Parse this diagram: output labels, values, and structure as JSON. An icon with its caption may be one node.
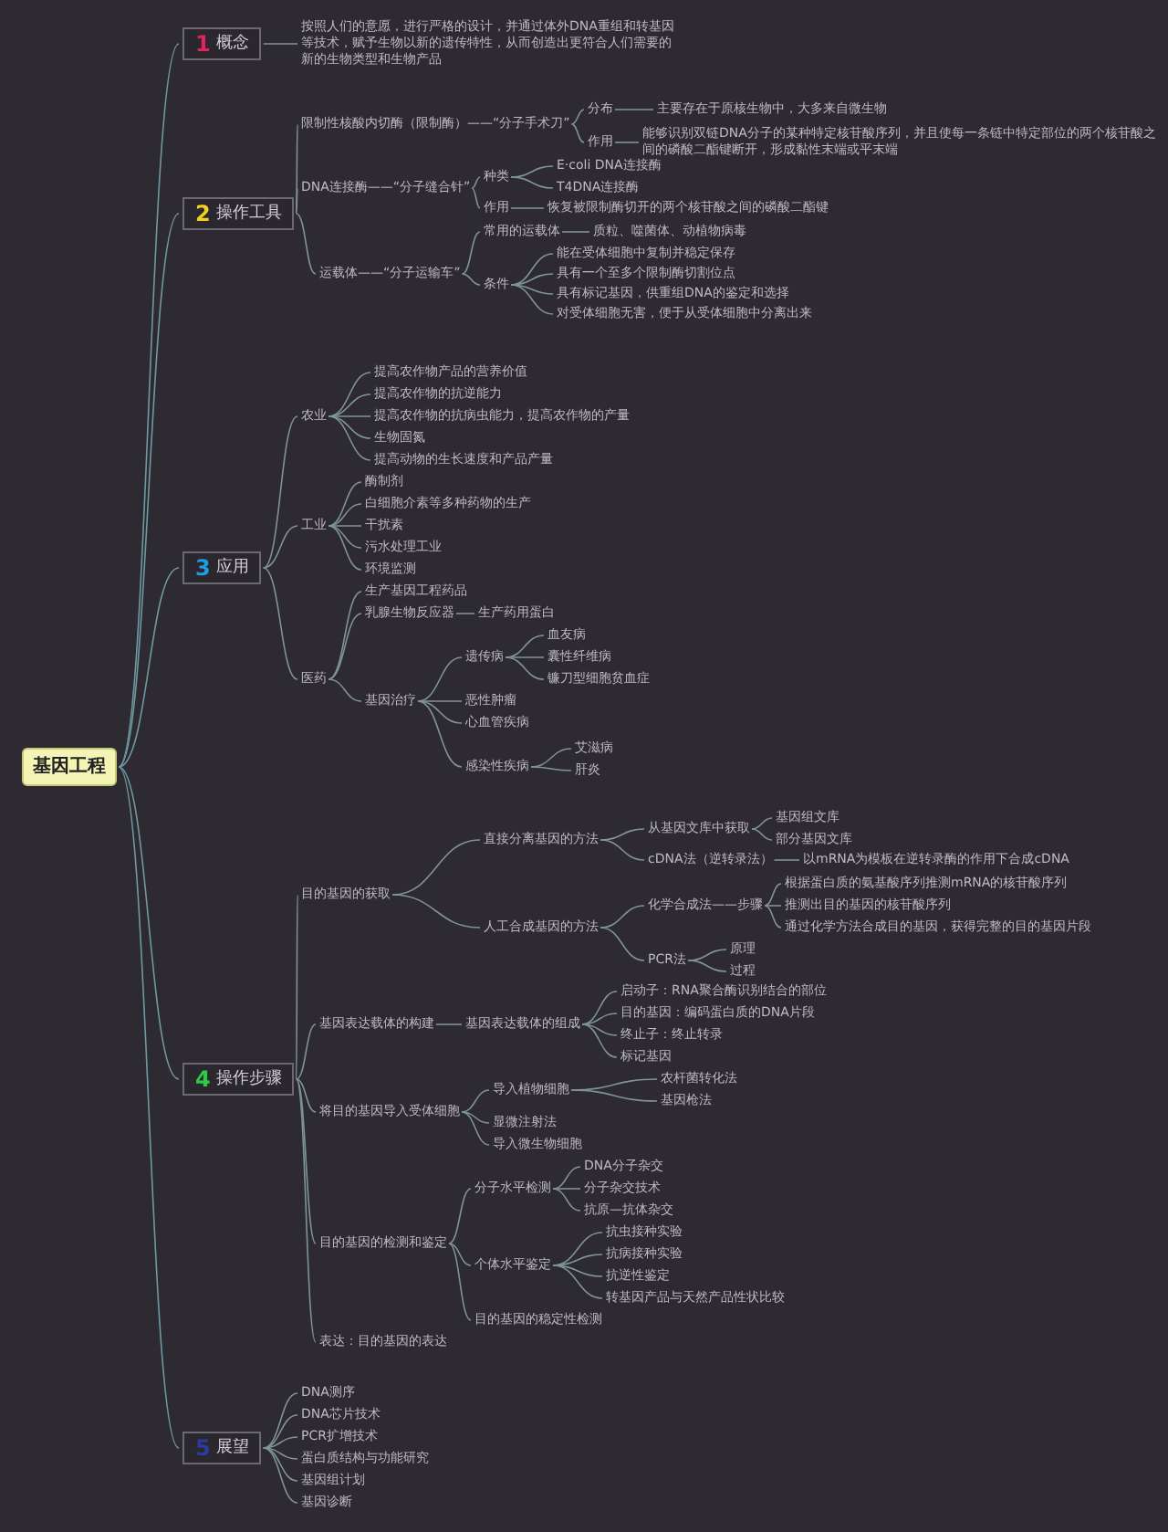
{
  "diagram": {
    "nodes": [
      {
        "text": [
          "基因工程"
        ]
      },
      {
        "text": [
          "1",
          "概念"
        ]
      },
      {
        "text": [
          "按照人们的意愿，进行严格的设计，并通过体外DNA重组和转基因等技术，赋予生物以新的遗传特性，从而创造出更符合人们需要的新的生物类型和生物产品"
        ]
      },
      {
        "text": [
          "2",
          "操作工具"
        ]
      },
      {
        "text": [
          "限制性核酸内切酶（限制酶）——“分子手术刀”"
        ]
      },
      {
        "text": [
          "分布"
        ]
      },
      {
        "text": [
          "主要存在于原核生物中，大多来自微生物"
        ]
      },
      {
        "text": [
          "作用"
        ]
      },
      {
        "text": [
          "能够识别双链DNA分子的某种特定核苷酸序列，并且使每一条链中特定部位的两个核苷酸之间的磷酸二酯键断开，形成黏性末端或平末端"
        ]
      },
      {
        "text": [
          "DNA连接酶——“分子缝合针”"
        ]
      },
      {
        "text": [
          "种类"
        ]
      },
      {
        "text": [
          "E·coli DNA连接酶"
        ]
      },
      {
        "text": [
          "T4DNA连接酶"
        ]
      },
      {
        "text": [
          "作用"
        ]
      },
      {
        "text": [
          "恢复被限制酶切开的两个核苷酸之间的磷酸二酯键"
        ]
      },
      {
        "text": [
          "运载体——“分子运输车”"
        ]
      },
      {
        "text": [
          "常用的运载体"
        ]
      },
      {
        "text": [
          "质粒、噬菌体、动植物病毒"
        ]
      },
      {
        "text": [
          "条件"
        ]
      },
      {
        "text": [
          "能在受体细胞中复制并稳定保存"
        ]
      },
      {
        "text": [
          "具有一个至多个限制酶切割位点"
        ]
      },
      {
        "text": [
          "具有标记基因，供重组DNA的鉴定和选择"
        ]
      },
      {
        "text": [
          "对受体细胞无害，便于从受体细胞中分离出来"
        ]
      },
      {
        "text": [
          "3",
          "应用"
        ]
      },
      {
        "text": [
          "农业"
        ]
      },
      {
        "text": [
          "提高农作物产品的营养价值"
        ]
      },
      {
        "text": [
          "提高农作物的抗逆能力"
        ]
      },
      {
        "text": [
          "提高农作物的抗病虫能力，提高农作物的产量"
        ]
      },
      {
        "text": [
          "生物固氮"
        ]
      },
      {
        "text": [
          "提高动物的生长速度和产品产量"
        ]
      },
      {
        "text": [
          "工业"
        ]
      },
      {
        "text": [
          "酶制剂"
        ]
      },
      {
        "text": [
          "白细胞介素等多种药物的生产"
        ]
      },
      {
        "text": [
          "干扰素"
        ]
      },
      {
        "text": [
          "污水处理工业"
        ]
      },
      {
        "text": [
          "环境监测"
        ]
      },
      {
        "text": [
          "医药"
        ]
      },
      {
        "text": [
          "生产基因工程药品"
        ]
      },
      {
        "text": [
          "乳腺生物反应器"
        ]
      },
      {
        "text": [
          "生产药用蛋白"
        ]
      },
      {
        "text": [
          "基因治疗"
        ]
      },
      {
        "text": [
          "遗传病"
        ]
      },
      {
        "text": [
          "血友病"
        ]
      },
      {
        "text": [
          "囊性纤维病"
        ]
      },
      {
        "text": [
          "镰刀型细胞贫血症"
        ]
      },
      {
        "text": [
          "恶性肿瘤"
        ]
      },
      {
        "text": [
          "心血管疾病"
        ]
      },
      {
        "text": [
          "感染性疾病"
        ]
      },
      {
        "text": [
          "艾滋病"
        ]
      },
      {
        "text": [
          "肝炎"
        ]
      },
      {
        "text": [
          "4",
          "操作步骤"
        ]
      },
      {
        "text": [
          "目的基因的获取"
        ]
      },
      {
        "text": [
          "直接分离基因的方法"
        ]
      },
      {
        "text": [
          "从基因文库中获取"
        ]
      },
      {
        "text": [
          "基因组文库"
        ]
      },
      {
        "text": [
          "部分基因文库"
        ]
      },
      {
        "text": [
          "cDNA法（逆转录法）"
        ]
      },
      {
        "text": [
          "以mRNA为模板在逆转录酶的作用下合成cDNA"
        ]
      },
      {
        "text": [
          "人工合成基因的方法"
        ]
      },
      {
        "text": [
          "化学合成法——步骤"
        ]
      },
      {
        "text": [
          "根据蛋白质的氨基酸序列推测mRNA的核苷酸序列"
        ]
      },
      {
        "text": [
          "推测出目的基因的核苷酸序列"
        ]
      },
      {
        "text": [
          "通过化学方法合成目的基因，获得完整的目的基因片段"
        ]
      },
      {
        "text": [
          "PCR法"
        ]
      },
      {
        "text": [
          "原理"
        ]
      },
      {
        "text": [
          "过程"
        ]
      },
      {
        "text": [
          "基因表达载体的构建"
        ]
      },
      {
        "text": [
          "基因表达载体的组成"
        ]
      },
      {
        "text": [
          "启动子：RNA聚合酶识别结合的部位"
        ]
      },
      {
        "text": [
          "目的基因：编码蛋白质的DNA片段"
        ]
      },
      {
        "text": [
          "终止子：终止转录"
        ]
      },
      {
        "text": [
          "标记基因"
        ]
      },
      {
        "text": [
          "将目的基因导入受体细胞"
        ]
      },
      {
        "text": [
          "导入植物细胞"
        ]
      },
      {
        "text": [
          "农杆菌转化法"
        ]
      },
      {
        "text": [
          "基因枪法"
        ]
      },
      {
        "text": [
          "显微注射法"
        ]
      },
      {
        "text": [
          "导入微生物细胞"
        ]
      },
      {
        "text": [
          "目的基因的检测和鉴定"
        ]
      },
      {
        "text": [
          "分子水平检测"
        ]
      },
      {
        "text": [
          "DNA分子杂交"
        ]
      },
      {
        "text": [
          "分子杂交技术"
        ]
      },
      {
        "text": [
          "抗原—抗体杂交"
        ]
      },
      {
        "text": [
          "个体水平鉴定"
        ]
      },
      {
        "text": [
          "抗虫接种实验"
        ]
      },
      {
        "text": [
          "抗病接种实验"
        ]
      },
      {
        "text": [
          "抗逆性鉴定"
        ]
      },
      {
        "text": [
          "转基因产品与天然产品性状比较"
        ]
      },
      {
        "text": [
          "目的基因的稳定性检测"
        ]
      },
      {
        "text": [
          "表达：目的基因的表达"
        ]
      },
      {
        "text": [
          "5",
          "展望"
        ]
      },
      {
        "text": [
          "DNA测序"
        ]
      },
      {
        "text": [
          "DNA芯片技术"
        ]
      },
      {
        "text": [
          "PCR扩增技术"
        ]
      },
      {
        "text": [
          "蛋白质结构与功能研究"
        ]
      },
      {
        "text": [
          "基因组计划"
        ]
      },
      {
        "text": [
          "基因诊断"
        ]
      }
    ],
    "edges": [
      {
        "from": 0,
        "to": 1,
        "arrow": "none"
      },
      {
        "from": 1,
        "to": 2,
        "arrow": "none"
      },
      {
        "from": 0,
        "to": 3,
        "arrow": "none"
      },
      {
        "from": 3,
        "to": 4,
        "arrow": "none"
      },
      {
        "from": 4,
        "to": 5,
        "arrow": "none"
      },
      {
        "from": 5,
        "to": 6,
        "arrow": "none"
      },
      {
        "from": 4,
        "to": 7,
        "arrow": "none"
      },
      {
        "from": 7,
        "to": 8,
        "arrow": "none"
      },
      {
        "from": 3,
        "to": 9,
        "arrow": "none"
      },
      {
        "from": 9,
        "to": 10,
        "arrow": "none"
      },
      {
        "from": 10,
        "to": 11,
        "arrow": "none"
      },
      {
        "from": 10,
        "to": 12,
        "arrow": "none"
      },
      {
        "from": 9,
        "to": 13,
        "arrow": "none"
      },
      {
        "from": 13,
        "to": 14,
        "arrow": "none"
      },
      {
        "from": 3,
        "to": 15,
        "arrow": "none"
      },
      {
        "from": 15,
        "to": 16,
        "arrow": "none"
      },
      {
        "from": 16,
        "to": 17,
        "arrow": "none"
      },
      {
        "from": 15,
        "to": 18,
        "arrow": "none"
      },
      {
        "from": 18,
        "to": 19,
        "arrow": "none"
      },
      {
        "from": 18,
        "to": 20,
        "arrow": "none"
      },
      {
        "from": 18,
        "to": 21,
        "arrow": "none"
      },
      {
        "from": 18,
        "to": 22,
        "arrow": "none"
      },
      {
        "from": 0,
        "to": 23,
        "arrow": "none"
      },
      {
        "from": 23,
        "to": 24,
        "arrow": "none"
      },
      {
        "from": 24,
        "to": 25,
        "arrow": "none"
      },
      {
        "from": 24,
        "to": 26,
        "arrow": "none"
      },
      {
        "from": 24,
        "to": 27,
        "arrow": "none"
      },
      {
        "from": 24,
        "to": 28,
        "arrow": "none"
      },
      {
        "from": 24,
        "to": 29,
        "arrow": "none"
      },
      {
        "from": 23,
        "to": 30,
        "arrow": "none"
      },
      {
        "from": 30,
        "to": 31,
        "arrow": "none"
      },
      {
        "from": 30,
        "to": 32,
        "arrow": "none"
      },
      {
        "from": 30,
        "to": 33,
        "arrow": "none"
      },
      {
        "from": 30,
        "to": 34,
        "arrow": "none"
      },
      {
        "from": 30,
        "to": 35,
        "arrow": "none"
      },
      {
        "from": 23,
        "to": 36,
        "arrow": "none"
      },
      {
        "from": 36,
        "to": 37,
        "arrow": "none"
      },
      {
        "from": 36,
        "to": 38,
        "arrow": "none"
      },
      {
        "from": 38,
        "to": 39,
        "arrow": "none"
      },
      {
        "from": 36,
        "to": 40,
        "arrow": "none"
      },
      {
        "from": 40,
        "to": 41,
        "arrow": "none"
      },
      {
        "from": 41,
        "to": 42,
        "arrow": "none"
      },
      {
        "from": 41,
        "to": 43,
        "arrow": "none"
      },
      {
        "from": 41,
        "to": 44,
        "arrow": "none"
      },
      {
        "from": 40,
        "to": 45,
        "arrow": "none"
      },
      {
        "from": 40,
        "to": 46,
        "arrow": "none"
      },
      {
        "from": 40,
        "to": 47,
        "arrow": "none"
      },
      {
        "from": 47,
        "to": 48,
        "arrow": "none"
      },
      {
        "from": 47,
        "to": 49,
        "arrow": "none"
      },
      {
        "from": 0,
        "to": 50,
        "arrow": "none"
      },
      {
        "from": 50,
        "to": 51,
        "arrow": "none"
      },
      {
        "from": 51,
        "to": 52,
        "arrow": "none"
      },
      {
        "from": 52,
        "to": 53,
        "arrow": "none"
      },
      {
        "from": 53,
        "to": 54,
        "arrow": "none"
      },
      {
        "from": 53,
        "to": 55,
        "arrow": "none"
      },
      {
        "from": 52,
        "to": 56,
        "arrow": "none"
      },
      {
        "from": 56,
        "to": 57,
        "arrow": "none"
      },
      {
        "from": 51,
        "to": 58,
        "arrow": "none"
      },
      {
        "from": 58,
        "to": 59,
        "arrow": "none"
      },
      {
        "from": 59,
        "to": 60,
        "arrow": "none"
      },
      {
        "from": 59,
        "to": 61,
        "arrow": "none"
      },
      {
        "from": 59,
        "to": 62,
        "arrow": "none"
      },
      {
        "from": 58,
        "to": 63,
        "arrow": "none"
      },
      {
        "from": 63,
        "to": 64,
        "arrow": "none"
      },
      {
        "from": 63,
        "to": 65,
        "arrow": "none"
      },
      {
        "from": 50,
        "to": 66,
        "arrow": "none"
      },
      {
        "from": 66,
        "to": 67,
        "arrow": "none"
      },
      {
        "from": 67,
        "to": 68,
        "arrow": "none"
      },
      {
        "from": 67,
        "to": 69,
        "arrow": "none"
      },
      {
        "from": 67,
        "to": 70,
        "arrow": "none"
      },
      {
        "from": 67,
        "to": 71,
        "arrow": "none"
      },
      {
        "from": 50,
        "to": 72,
        "arrow": "none"
      },
      {
        "from": 72,
        "to": 73,
        "arrow": "none"
      },
      {
        "from": 73,
        "to": 74,
        "arrow": "none"
      },
      {
        "from": 73,
        "to": 75,
        "arrow": "none"
      },
      {
        "from": 72,
        "to": 76,
        "arrow": "none"
      },
      {
        "from": 72,
        "to": 77,
        "arrow": "none"
      },
      {
        "from": 50,
        "to": 78,
        "arrow": "none"
      },
      {
        "from": 78,
        "to": 79,
        "arrow": "none"
      },
      {
        "from": 79,
        "to": 80,
        "arrow": "none"
      },
      {
        "from": 79,
        "to": 81,
        "arrow": "none"
      },
      {
        "from": 79,
        "to": 82,
        "arrow": "none"
      },
      {
        "from": 78,
        "to": 83,
        "arrow": "none"
      },
      {
        "from": 83,
        "to": 84,
        "arrow": "none"
      },
      {
        "from": 83,
        "to": 85,
        "arrow": "none"
      },
      {
        "from": 83,
        "to": 86,
        "arrow": "none"
      },
      {
        "from": 83,
        "to": 87,
        "arrow": "none"
      },
      {
        "from": 78,
        "to": 88,
        "arrow": "none"
      },
      {
        "from": 50,
        "to": 89,
        "arrow": "none"
      },
      {
        "from": 0,
        "to": 90,
        "arrow": "none"
      },
      {
        "from": 90,
        "to": 91,
        "arrow": "none"
      },
      {
        "from": 90,
        "to": 92,
        "arrow": "none"
      },
      {
        "from": 90,
        "to": 93,
        "arrow": "none"
      },
      {
        "from": 90,
        "to": 94,
        "arrow": "none"
      },
      {
        "from": 90,
        "to": 95,
        "arrow": "none"
      },
      {
        "from": 90,
        "to": 96,
        "arrow": "none"
      }
    ]
  }
}
